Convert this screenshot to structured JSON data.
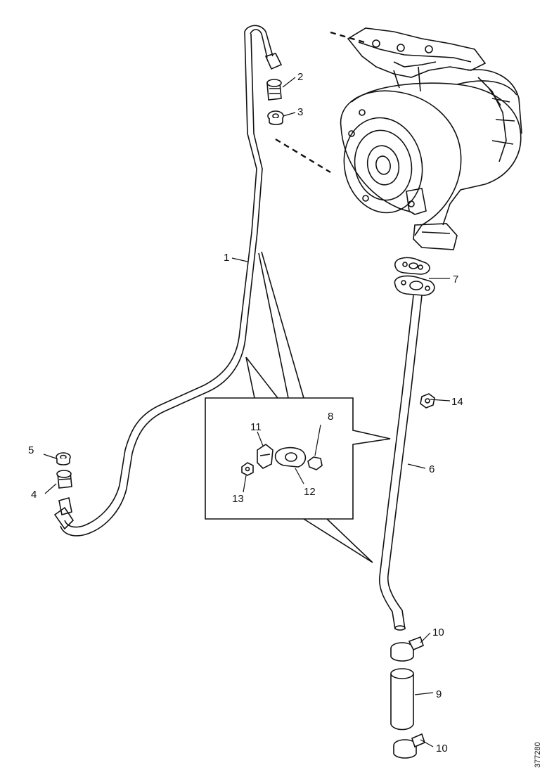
{
  "diagram": {
    "callouts": [
      {
        "id": "c1",
        "label": "1"
      },
      {
        "id": "c2",
        "label": "2"
      },
      {
        "id": "c3",
        "label": "3"
      },
      {
        "id": "c4",
        "label": "4"
      },
      {
        "id": "c5",
        "label": "5"
      },
      {
        "id": "c6",
        "label": "6"
      },
      {
        "id": "c7",
        "label": "7"
      },
      {
        "id": "c8",
        "label": "8"
      },
      {
        "id": "c9",
        "label": "9"
      },
      {
        "id": "c10a",
        "label": "10"
      },
      {
        "id": "c10b",
        "label": "10"
      },
      {
        "id": "c11",
        "label": "11"
      },
      {
        "id": "c12",
        "label": "12"
      },
      {
        "id": "c13",
        "label": "13"
      },
      {
        "id": "c14",
        "label": "14"
      }
    ],
    "reference_number": "377280"
  }
}
